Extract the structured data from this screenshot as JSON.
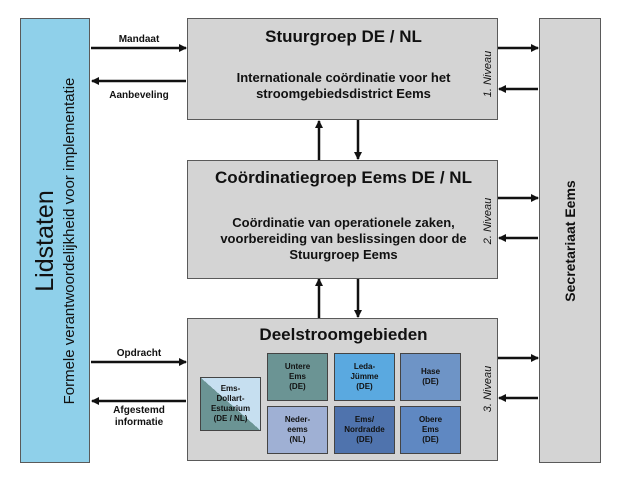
{
  "lidstaten": {
    "title": "Lidstaten",
    "subtitle": "Formele verantwoordelijkheid voor implementatie"
  },
  "secretariaat": {
    "label": "Secretariaat Eems"
  },
  "stuurgroep": {
    "title": "Stuurgroep DE / NL",
    "desc_line1": "Internationale coördinatie voor het",
    "desc_line2": "stroomgebiedsdistrict Eems",
    "niveau": "1. Niveau"
  },
  "coordinatiegroep": {
    "title": "Coördinatiegroep Eems DE / NL",
    "desc_line1": "Coördinatie van operationele zaken,",
    "desc_line2": "voorbereiding van beslissingen door de",
    "desc_line3": "Stuurgroep Eems",
    "niveau": "2. Niveau"
  },
  "deelstroomgebieden": {
    "title": "Deelstroomgebieden",
    "niveau": "3. Niveau",
    "estuarium": [
      "Ems-",
      "Dollart-",
      "Estuarium",
      "(DE / NL)"
    ],
    "subareas": [
      {
        "lines": [
          "Untere",
          "Ems",
          "(DE)"
        ],
        "color": "#6b9494"
      },
      {
        "lines": [
          "Leda-",
          "Jümme",
          "(DE)"
        ],
        "color": "#5aa9e0"
      },
      {
        "lines": [
          "Hase",
          "(DE)"
        ],
        "color": "#6e94c6"
      },
      {
        "lines": [
          "Neder-",
          "eems",
          "(NL)"
        ],
        "color": "#9fb0d4"
      },
      {
        "lines": [
          "Ems/",
          "Nordradde",
          "(DE)"
        ],
        "color": "#4f73ad"
      },
      {
        "lines": [
          "Obere",
          "Ems",
          "(DE)"
        ],
        "color": "#5f88c2"
      }
    ]
  },
  "arrows": {
    "mandaat": "Mandaat",
    "aanbeveling": "Aanbeveling",
    "opdracht": "Opdracht",
    "afgestemd_line1": "Afgestemd",
    "afgestemd_line2": "informatie"
  }
}
